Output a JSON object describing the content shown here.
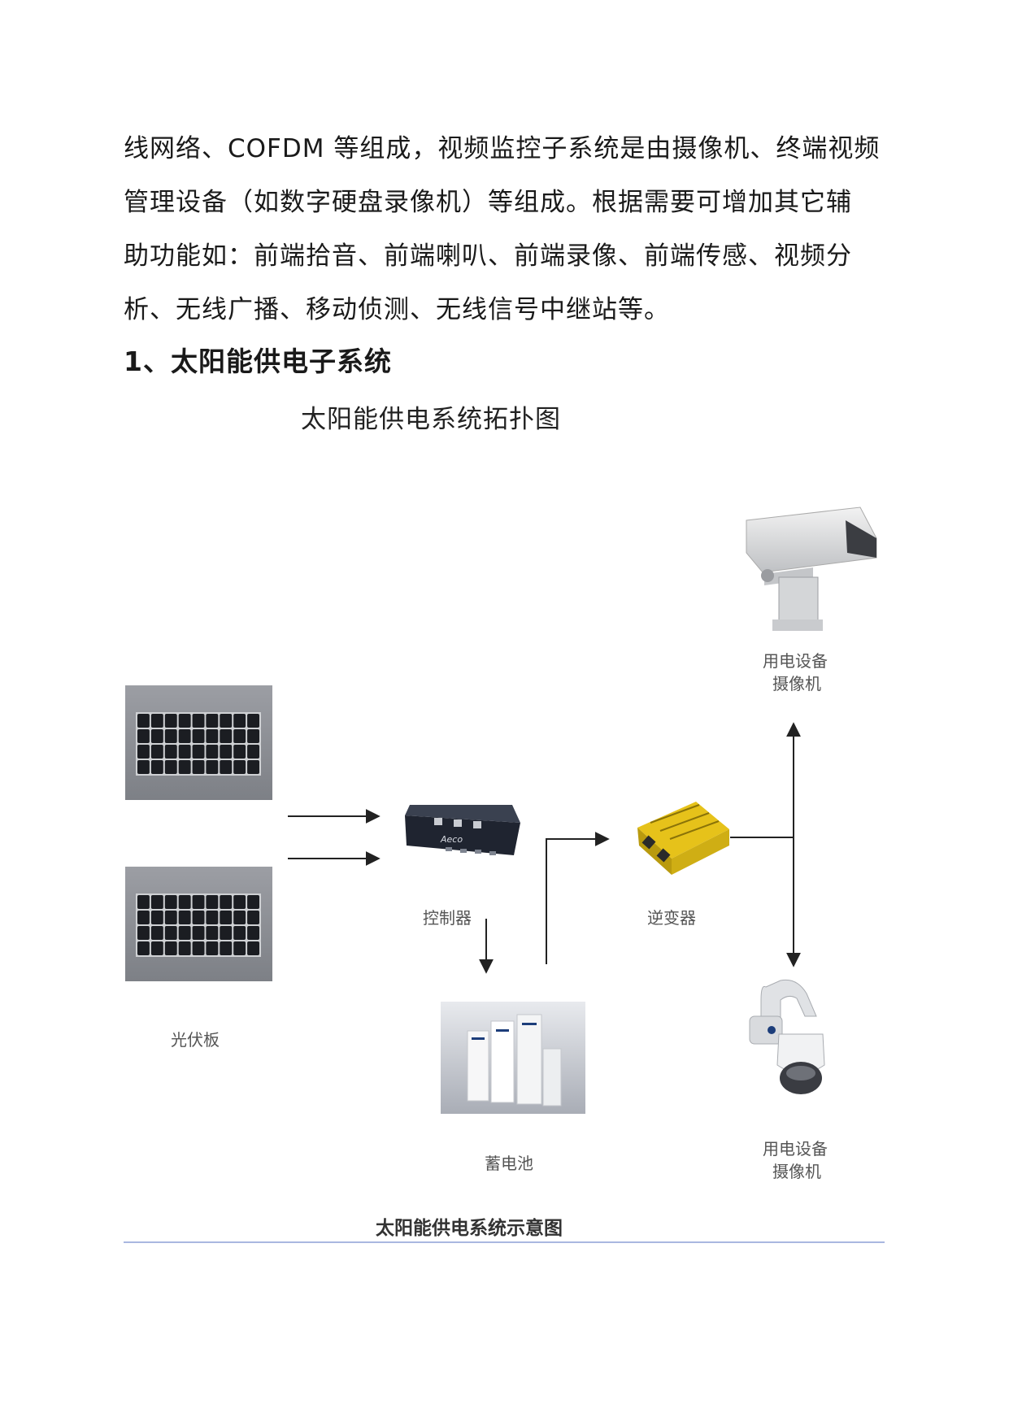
{
  "document": {
    "paragraph_lines": [
      "线网络、COFDM 等组成，视频监控子系统是由摄像机、终端视频",
      "管理设备（如数字硬盘录像机）等组成。根据需要可增加其它辅",
      "助功能如：前端拾音、前端喇叭、前端录像、前端传感、视频分",
      "析、无线广播、移动侦测、无线信号中继站等。"
    ],
    "heading": "1、太阳能供电子系统",
    "subtitle": "太阳能供电系统拓扑图"
  },
  "diagram": {
    "labels": {
      "camera_top_line1": "用电设备",
      "camera_top_line2": "摄像机",
      "solar_panel": "光伏板",
      "controller": "控制器",
      "inverter": "逆变器",
      "battery": "蓄电池",
      "camera_bottom_line1": "用电设备",
      "camera_bottom_line2": "摄像机"
    },
    "controller_brand": "Aeco",
    "caption": "太阳能供电系统示意图",
    "colors": {
      "panel_frame": "#8e9096",
      "panel_cell": "#1b1d22",
      "inverter_body": "#e6c21a",
      "divider": "#a9b7e0"
    }
  }
}
